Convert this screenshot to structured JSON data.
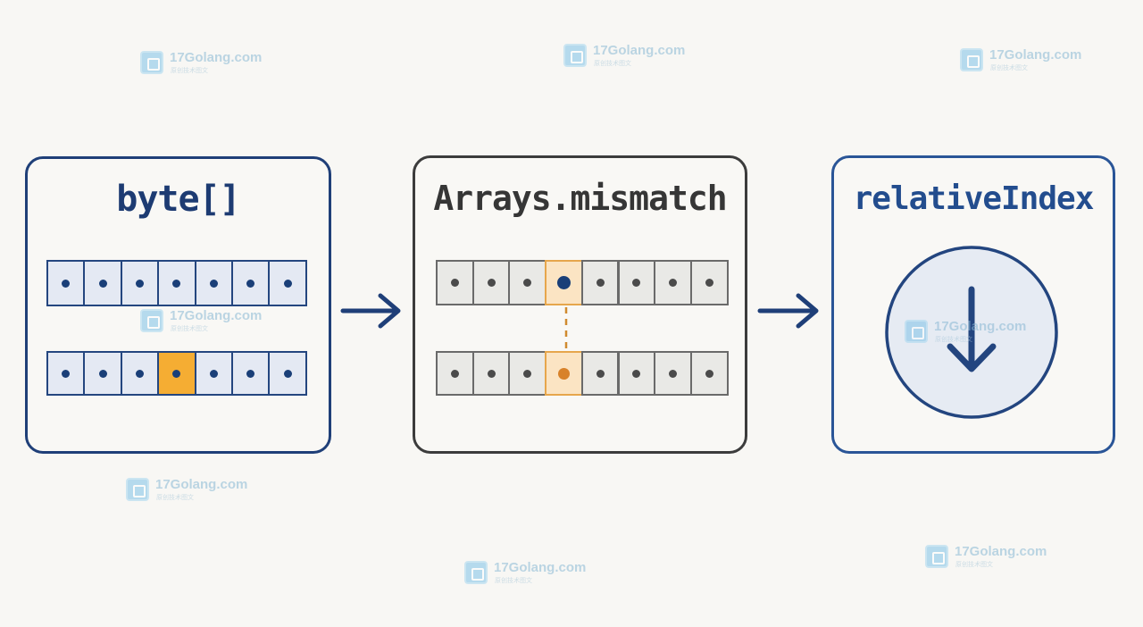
{
  "panels": {
    "left": {
      "title": "byte[]"
    },
    "middle": {
      "title": "Arrays.mismatch"
    },
    "right": {
      "title": "relativeIndex"
    }
  },
  "arrays": {
    "left_top_cells": 7,
    "left_bottom_cells": 7,
    "left_bottom_highlight_index": 3,
    "middle_cells": 8,
    "middle_highlight_index": 3
  },
  "icons": {
    "flow_arrow": "arrow-right-icon",
    "index_result": "arrow-down-icon"
  },
  "colors": {
    "primary_blue": "#1f3f78",
    "highlight_orange": "#f5ad33",
    "neutral_gray": "#3c3c3c"
  },
  "watermark": {
    "text": "17Golang.com",
    "subtext": "原创技术图文"
  }
}
